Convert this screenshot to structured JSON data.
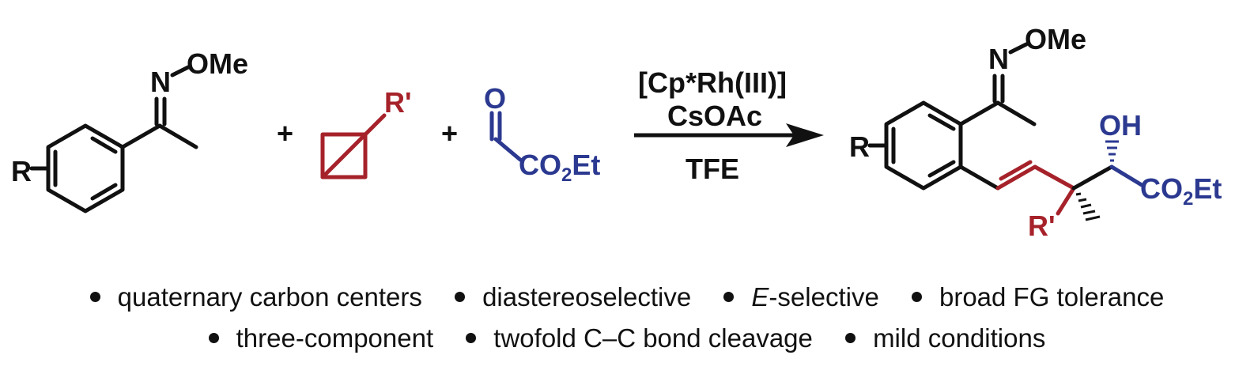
{
  "colors": {
    "black": "#111111",
    "red": "#a6222a",
    "blue": "#2b3990"
  },
  "reactant1": {
    "N": "N",
    "OMe": "OMe",
    "R": "R"
  },
  "plus1": "+",
  "reactant2": {
    "R_prime": "R'"
  },
  "plus2": "+",
  "reactant3": {
    "O": "O",
    "CO2Et_main": "CO",
    "CO2Et_sub": "2",
    "CO2Et_end": "Et"
  },
  "conditions": {
    "catalyst": "[Cp*Rh(III)]",
    "additive": "CsOAc",
    "solvent": "TFE"
  },
  "product": {
    "N": "N",
    "OMe": "OMe",
    "R": "R",
    "OH": "OH",
    "R_prime": "R'",
    "CO2Et_main": "CO",
    "CO2Et_sub": "2",
    "CO2Et_end": "Et"
  },
  "features": {
    "row1": [
      "quaternary carbon centers",
      "diastereoselective",
      "-selective",
      "broad FG tolerance"
    ],
    "row1_italic_prefix": "E",
    "row2": [
      "three-component",
      "twofold C–C bond cleavage",
      "mild conditions"
    ]
  }
}
